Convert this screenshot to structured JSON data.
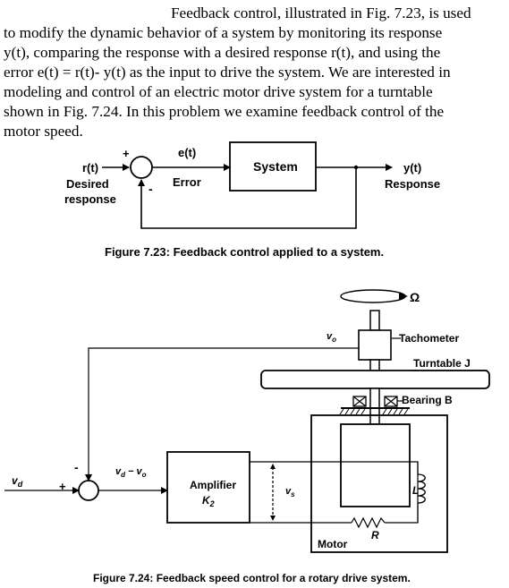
{
  "paragraph": {
    "lines": [
      "Feedback control, illustrated in Fig. 7.23, is used",
      "to modify the dynamic behavior of a system by monitoring its response",
      "y(t), comparing the response with a desired response r(t), and using the",
      "error e(t) = r(t)- y(t) as the input to drive the system. We are interested in",
      "modeling and control of an electric motor drive system for a turntable",
      "shown in Fig. 7.24. In this problem we examine feedback control of the",
      "motor speed."
    ]
  },
  "figure_723": {
    "input_signal": "r(t)",
    "input_label_1": "Desired",
    "input_label_2": "response",
    "plus_sign": "+",
    "minus_sign": "-",
    "error_signal": "e(t)",
    "error_label": "Error",
    "system_label": "System",
    "output_signal": "y(t)",
    "output_label": "Response",
    "caption": "Figure 7.23:  Feedback control applied to a system."
  },
  "figure_724": {
    "omega": "Ω",
    "vo": "v",
    "vo_sub": "o",
    "tachometer": "Tachometer",
    "turntable": "Turntable J",
    "bearing": "Bearing B",
    "vd": "v",
    "vd_sub": "d",
    "plus_sign": "+",
    "minus_sign": "-",
    "error_expr": "v",
    "error_expr_d": "d",
    "error_expr_mid": " − v",
    "error_expr_o": "o",
    "amplifier": "Amplifier",
    "gain": "K",
    "gain_sub": "2",
    "vs": "v",
    "vs_sub": "s",
    "inductor": "L",
    "resistor": "R",
    "motor": "Motor",
    "caption": "Figure 7.24:  Feedback speed control for a rotary drive system."
  }
}
